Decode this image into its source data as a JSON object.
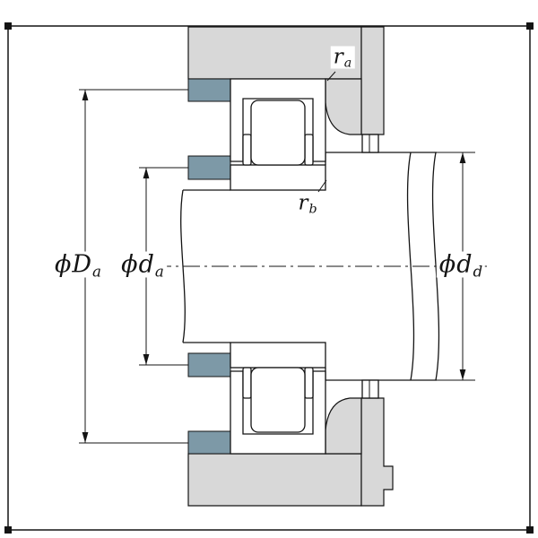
{
  "labels": {
    "r_a": {
      "base": "r",
      "sub": "a"
    },
    "r_b": {
      "base": "r",
      "sub": "b"
    },
    "phi_Da": {
      "symbol": "ϕ",
      "base": "D",
      "sub": "a"
    },
    "phi_da": {
      "symbol": "ϕ",
      "base": "d",
      "sub": "a"
    },
    "phi_dd": {
      "symbol": "ϕ",
      "base": "d",
      "sub": "d"
    }
  },
  "colors": {
    "housing": "#d8d8d8",
    "abutment": "#7d99a7",
    "line": "#141414",
    "background": "#ffffff"
  }
}
